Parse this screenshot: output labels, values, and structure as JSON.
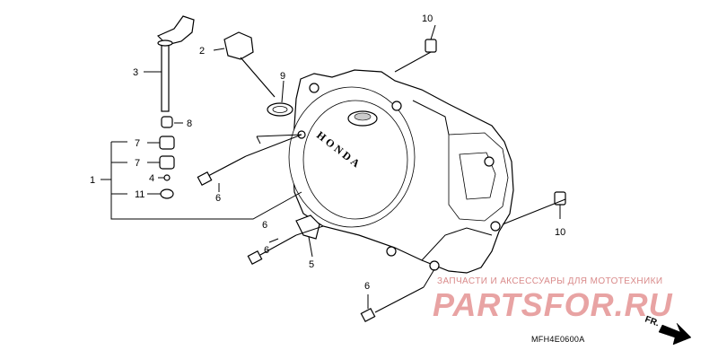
{
  "diagram": {
    "callouts": [
      {
        "id": "c1",
        "text": "1"
      },
      {
        "id": "c2",
        "text": "2"
      },
      {
        "id": "c3",
        "text": "3"
      },
      {
        "id": "c4",
        "text": "4"
      },
      {
        "id": "c5",
        "text": "5"
      },
      {
        "id": "c6a",
        "text": "6"
      },
      {
        "id": "c6b",
        "text": "6"
      },
      {
        "id": "c6c",
        "text": "6"
      },
      {
        "id": "c6d",
        "text": "6"
      },
      {
        "id": "c7a",
        "text": "7"
      },
      {
        "id": "c7b",
        "text": "7"
      },
      {
        "id": "c8",
        "text": "8"
      },
      {
        "id": "c9",
        "text": "9"
      },
      {
        "id": "c10a",
        "text": "10"
      },
      {
        "id": "c10b",
        "text": "10"
      },
      {
        "id": "c11",
        "text": "11"
      }
    ],
    "cover_brand": "HONDA",
    "direction_marker": "FR.",
    "diagram_code": "MFH4E0600A"
  },
  "watermark": {
    "tagline": "ЗАПЧАСТИ И АКСЕССУАРЫ ДЛЯ МОТОТЕХНИКИ",
    "brand": "PARTSFOR.RU"
  }
}
